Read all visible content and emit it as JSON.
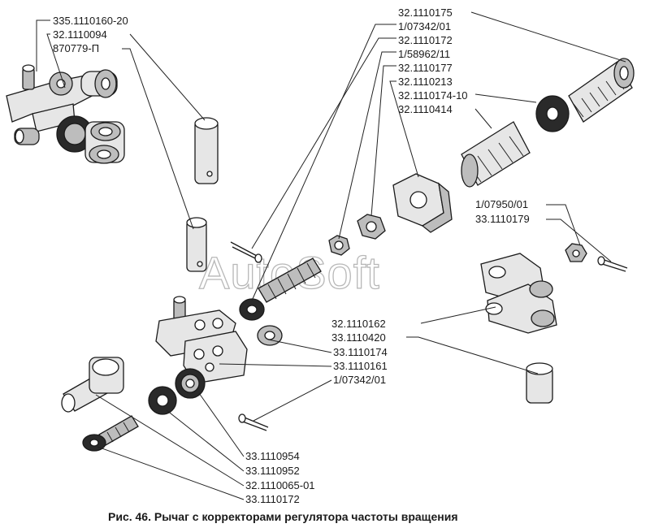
{
  "labels": {
    "l1": "335.1110160-20",
    "l2": "32.1110094",
    "l3": "870779-П",
    "l4": "32.1110175",
    "l5": "1/07342/01",
    "l6": "32.1110172",
    "l7": "1/58962/11",
    "l8": "32.1110177",
    "l9": "32.1110213",
    "l10": "32.1110174-10",
    "l11": "32.1110414",
    "l12": "1/07950/01",
    "l13": "33.1110179",
    "l14": "32.1110162",
    "l15": "33.1110420",
    "l16": "33.1110174",
    "l17": "33.1110161",
    "l18": "1/07342/01",
    "l19": "33.1110954",
    "l20": "33.1110952",
    "l21": "32.1110065-01",
    "l22": "33.1110172"
  },
  "caption": "Рис. 46. Рычаг с корректорами регулятора частоты вращения",
  "watermark": "AutoSoft"
}
